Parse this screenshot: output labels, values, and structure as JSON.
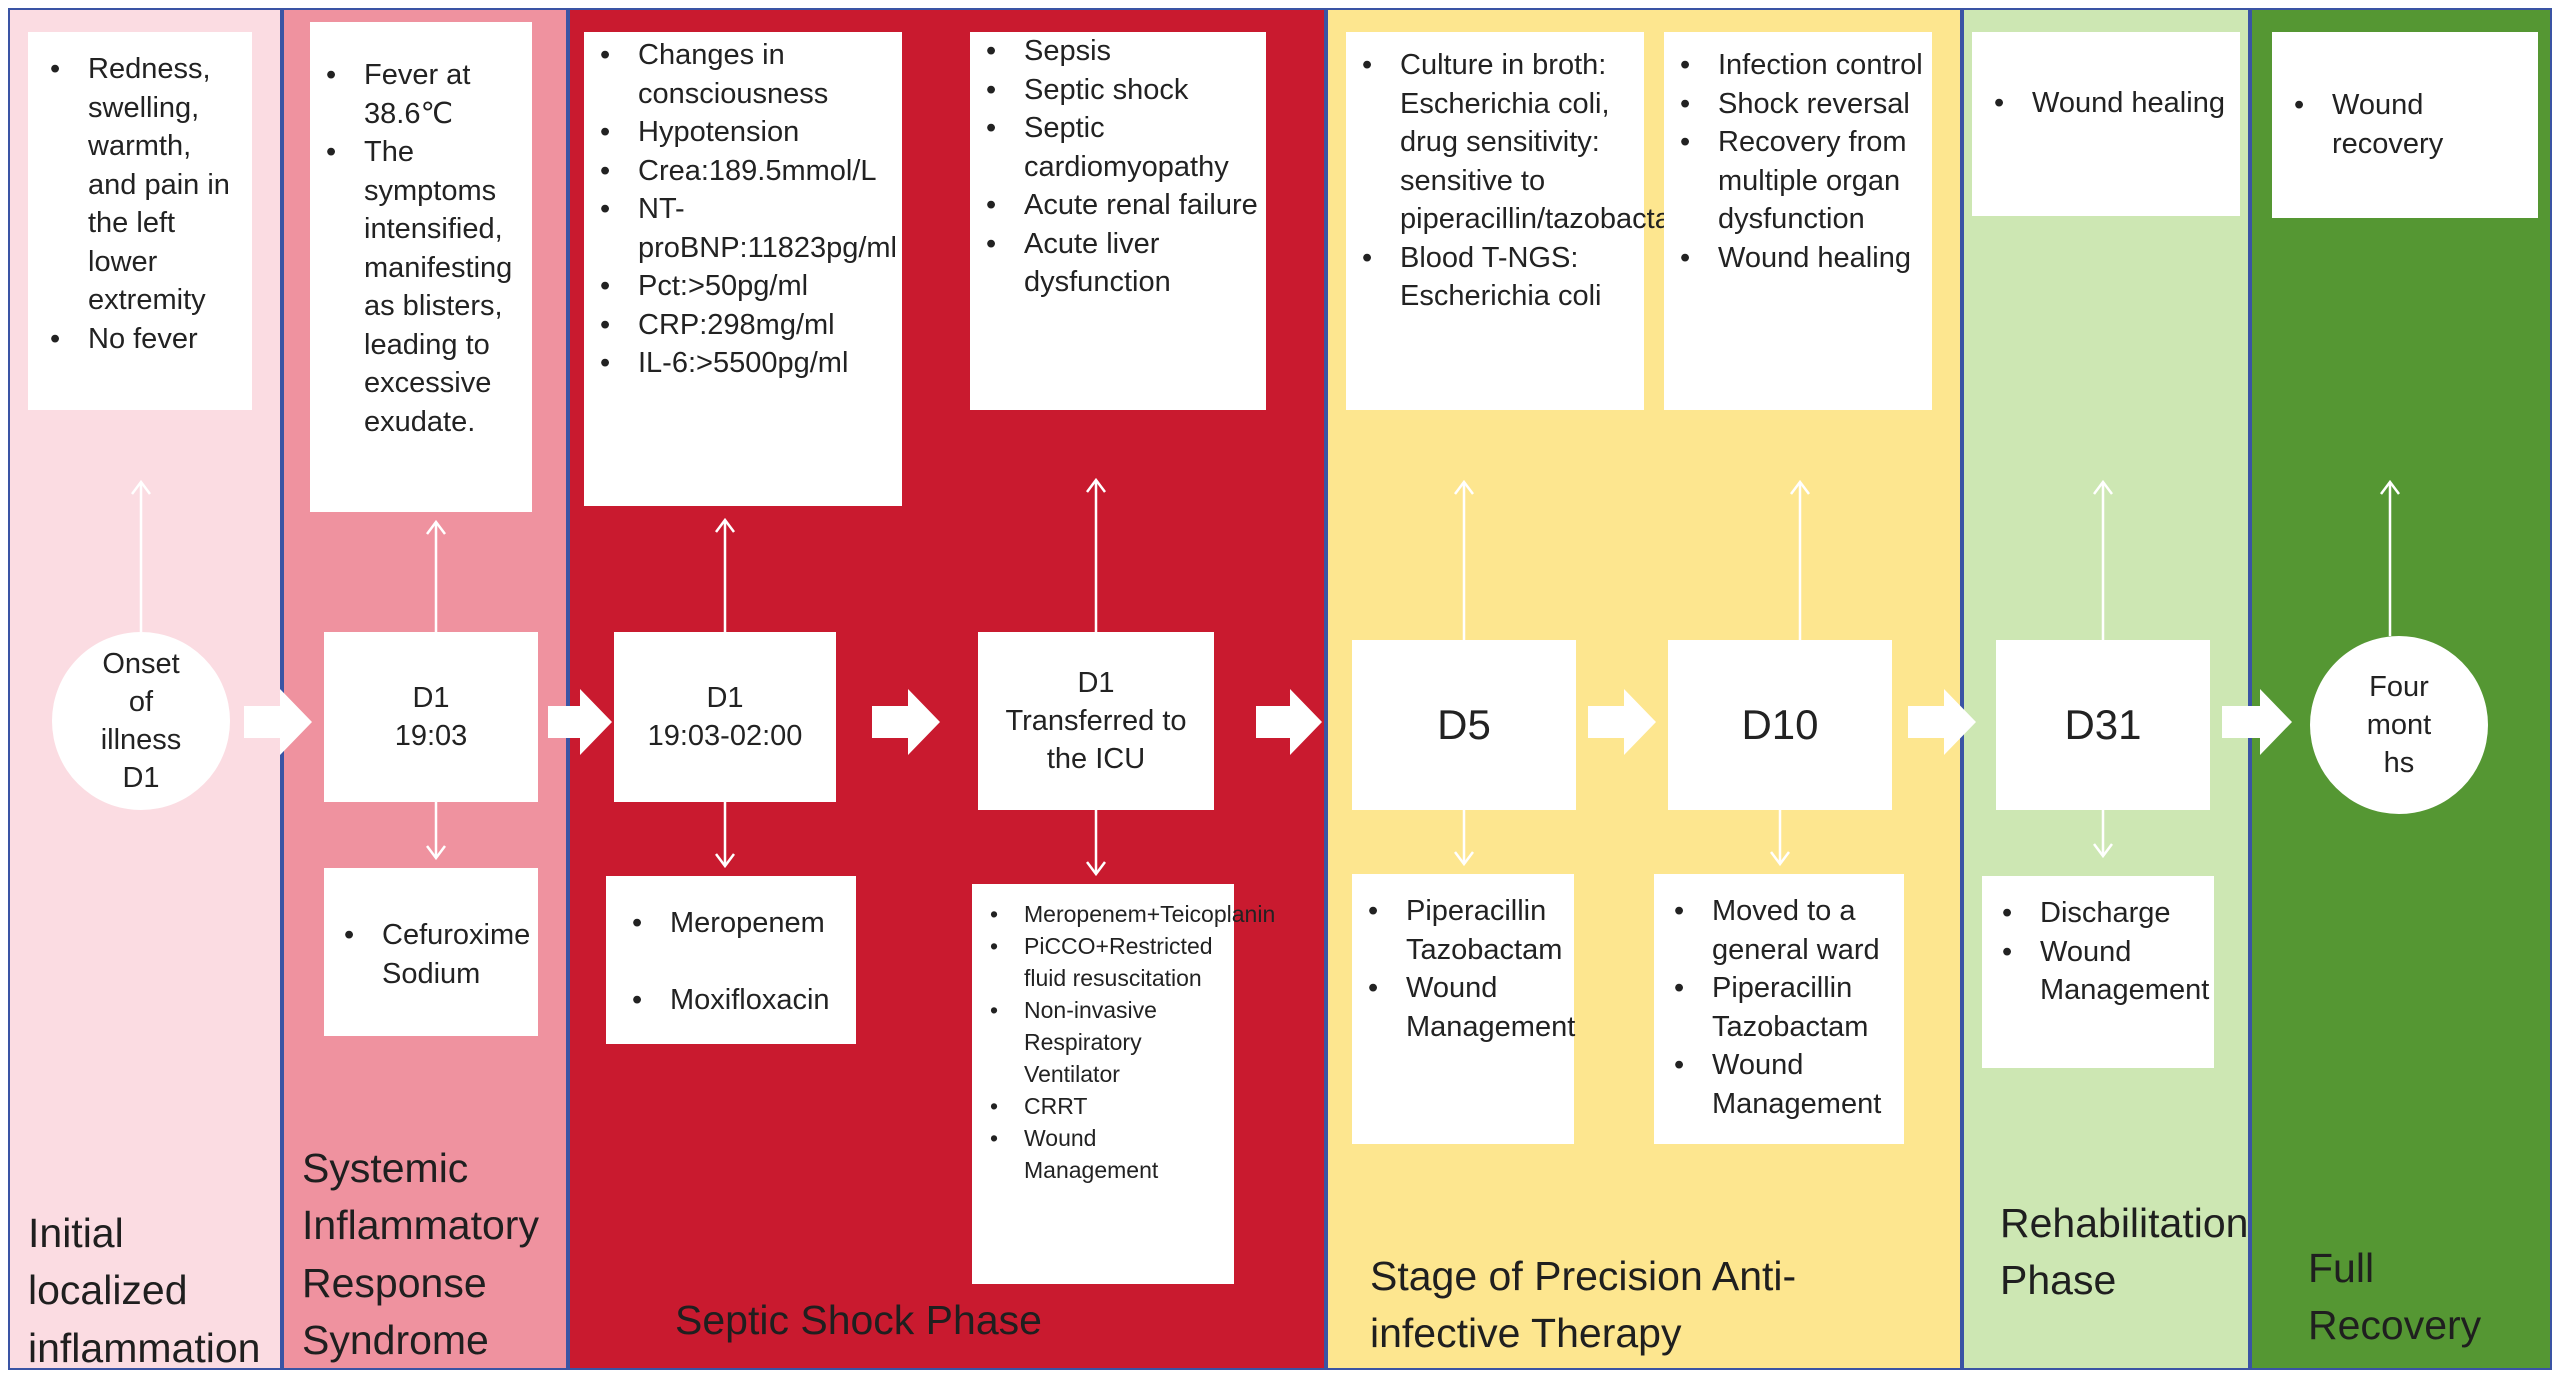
{
  "colors": {
    "phase1": "#fbdce2",
    "phase2": "#ef929f",
    "phase3": "#c91a2f",
    "phase4": "#fde68f",
    "phase5": "#cde7b3",
    "phase6": "#559733",
    "border": "#3a54a4",
    "arrow_connector": "#ffffff"
  },
  "phases": [
    {
      "title": "Initial localized inflammation"
    },
    {
      "title": "Systemic Inflammatory Response Syndrome"
    },
    {
      "title": "Septic Shock Phase"
    },
    {
      "title": "Stage of Precision Anti-infective Therapy"
    },
    {
      "title": "Rehabilitation Phase"
    },
    {
      "title": "Full Recovery"
    }
  ],
  "timeline": [
    {
      "lines": [
        "Onset",
        "of",
        "illness",
        "D1"
      ]
    },
    {
      "lines": [
        "D1",
        "19:03"
      ]
    },
    {
      "lines": [
        "D1",
        "19:03-02:00"
      ]
    },
    {
      "lines": [
        "D1",
        "Transferred to",
        "the ICU"
      ]
    },
    {
      "lines": [
        "D5"
      ]
    },
    {
      "lines": [
        "D10"
      ]
    },
    {
      "lines": [
        "D31"
      ]
    },
    {
      "lines": [
        "Four",
        "mont",
        "hs"
      ]
    }
  ],
  "findings": [
    [
      "Redness, swelling, warmth, and pain in the left lower extremity",
      "No fever"
    ],
    [
      "Fever at 38.6℃",
      "The symptoms intensified, manifesting as blisters, leading to excessive exudate."
    ],
    [
      "Changes in consciousness",
      "Hypotension",
      "Crea:189.5mmol/L",
      "NT-proBNP:11823pg/ml",
      "Pct:>50pg/ml",
      "CRP:298mg/ml",
      "IL-6:>5500pg/ml"
    ],
    [
      "Sepsis",
      "Septic shock",
      "Septic cardiomyopathy",
      "Acute renal failure",
      "Acute liver dysfunction"
    ],
    [
      "Culture in broth: Escherichia coli, drug sensitivity: sensitive to piperacillin/tazobactam",
      "Blood T-NGS: Escherichia coli"
    ],
    [
      "Infection control",
      "Shock reversal",
      "Recovery from multiple organ dysfunction",
      "Wound healing"
    ],
    [
      "Wound healing"
    ],
    [
      "Wound recovery"
    ]
  ],
  "treatments": [
    [
      "Cefuroxime Sodium"
    ],
    [
      "Meropenem",
      "Moxifloxacin"
    ],
    [
      "Meropenem+Teicoplanin",
      "PiCCO+Restricted fluid resuscitation",
      "Non-invasive Respiratory Ventilator",
      "CRRT",
      "Wound Management"
    ],
    [
      "Piperacillin Tazobactam",
      "Wound Management"
    ],
    [
      "Moved to a general ward",
      "Piperacillin Tazobactam",
      "Wound Management"
    ],
    [
      "Discharge",
      "Wound Management"
    ]
  ]
}
